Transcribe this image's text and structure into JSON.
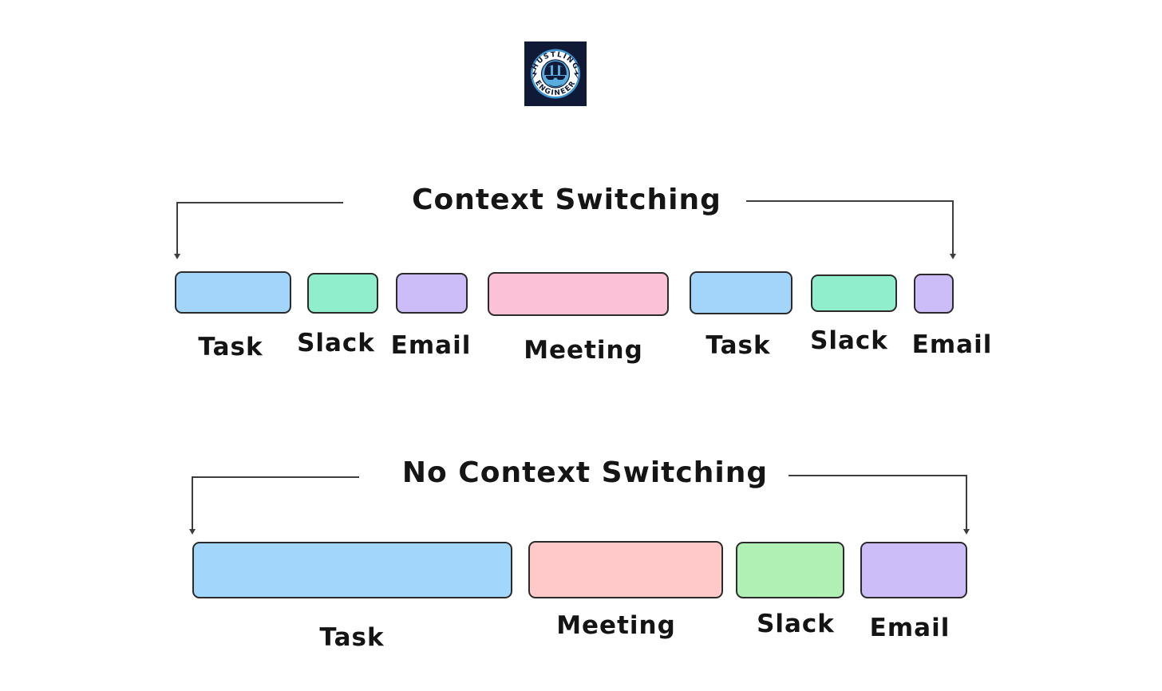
{
  "logo": {
    "text_top": "HUSTLING",
    "text_bottom": "ENGINEER",
    "navy": "#101a36",
    "badge_blue": "#58aede",
    "ring_white": "#ffffff"
  },
  "colors": {
    "background": "#ffffff",
    "ink": "#141414",
    "bracket_line": "#3d3d3d",
    "task_blue": "#a3d5fb",
    "slack_mint": "#90eecd",
    "email_purple": "#ccbcf8",
    "meeting_pink": "#fbc1d7",
    "task_blue_focus": "#a2d7fb",
    "meeting_salmon": "#ffc9c9",
    "slack_green": "#b1f0b5",
    "email_purple_focus": "#ccbdf8"
  },
  "sections": [
    {
      "title": "Context Switching",
      "blocks": [
        {
          "label": "Task",
          "color": "#a3d5fb"
        },
        {
          "label": "Slack",
          "color": "#90eecd"
        },
        {
          "label": "Email",
          "color": "#ccbcf8"
        },
        {
          "label": "Meeting",
          "color": "#fbc1d7"
        },
        {
          "label": "Task",
          "color": "#a3d5fb"
        },
        {
          "label": "Slack",
          "color": "#90eecd"
        },
        {
          "label": "Email",
          "color": "#ccbcf8"
        }
      ]
    },
    {
      "title": "No Context Switching",
      "blocks": [
        {
          "label": "Task",
          "color": "#a2d7fb"
        },
        {
          "label": "Meeting",
          "color": "#ffc9c9"
        },
        {
          "label": "Slack",
          "color": "#b1f0b5"
        },
        {
          "label": "Email",
          "color": "#ccbdf8"
        }
      ]
    }
  ]
}
